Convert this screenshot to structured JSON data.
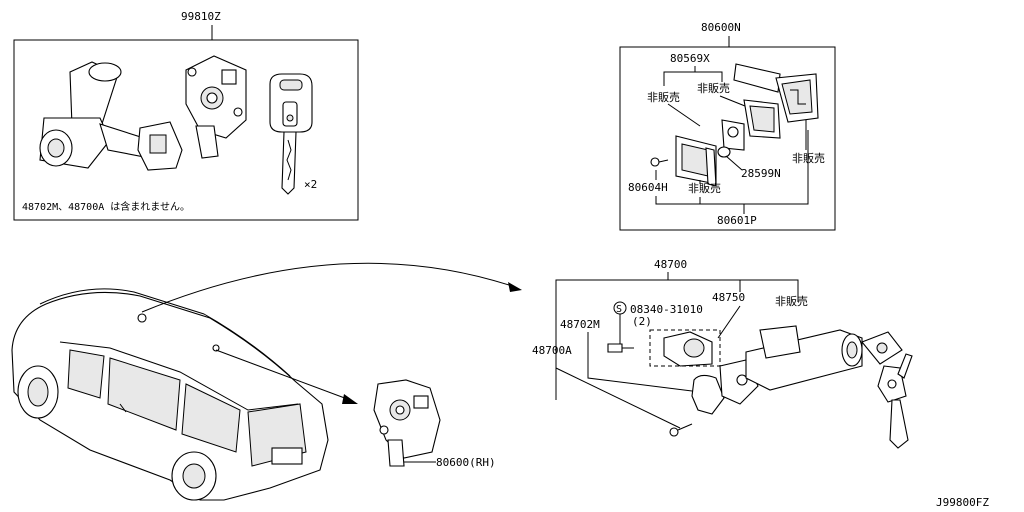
{
  "diagram_code": "J99800FZ",
  "top_left": {
    "title": "99810Z",
    "note": "48702M、48700A は含まれません。",
    "qty": "×2"
  },
  "top_right": {
    "title": "80600N",
    "part_80569X": "80569X",
    "part_28599N": "28599N",
    "part_80604H": "80604H",
    "part_80601P": "80601P",
    "not_sold_1": "非販売",
    "not_sold_2": "非販売",
    "not_sold_3": "非販売",
    "not_sold_4": "非販売"
  },
  "bottom": {
    "part_80600": "80600(RH)",
    "part_48700": "48700",
    "part_48750": "48750",
    "part_48702M": "48702M",
    "part_48700A": "48700A",
    "screw_symbol": "S",
    "screw_part": "08340-31010",
    "screw_qty": "(2)",
    "not_sold": "非販売"
  }
}
